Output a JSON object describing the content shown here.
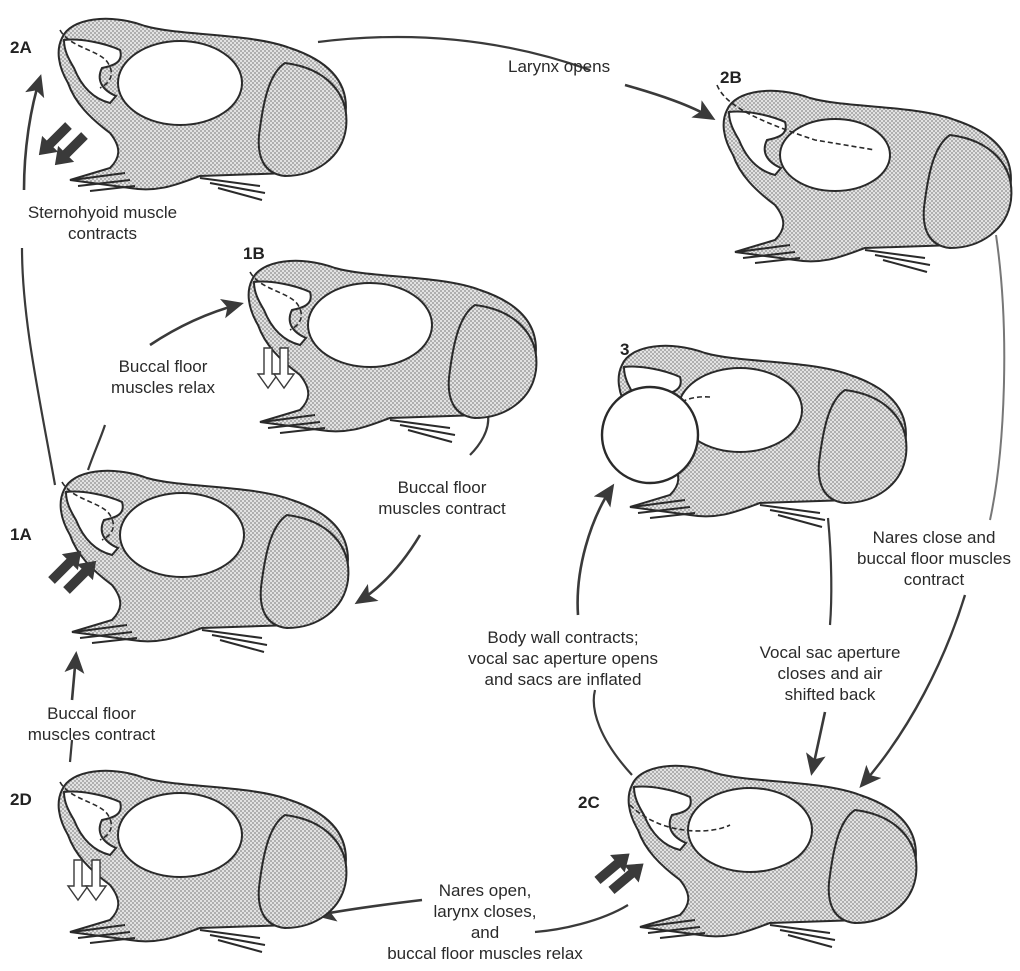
{
  "stages": {
    "s1A": "1A",
    "s1B": "1B",
    "s2A": "2A",
    "s2B": "2B",
    "s2C": "2C",
    "s2D": "2D",
    "s3": "3"
  },
  "labels": {
    "larynx_opens": "Larynx opens",
    "sternohyoid": [
      "Sternohyoid muscle",
      "contracts"
    ],
    "buccal_relax_1B": [
      "Buccal floor",
      "muscles relax"
    ],
    "buccal_contract_1B": [
      "Buccal floor",
      "muscles contract"
    ],
    "buccal_contract_1A": [
      "Buccal floor",
      "muscles contract"
    ],
    "nares_close": [
      "Nares close and",
      "buccal floor muscles",
      "contract"
    ],
    "body_wall": [
      "Body wall contracts;",
      "vocal sac aperture opens",
      "and sacs are inflated"
    ],
    "vocal_sac_closes": [
      "Vocal sac aperture",
      "closes and air",
      "shifted back"
    ],
    "nares_open": [
      "Nares open,",
      "larynx closes,",
      "and",
      "buccal floor muscles relax"
    ]
  },
  "colors": {
    "stipple": "#b8b8b8",
    "outline": "#2a2a2a",
    "arrow": "#3a3a3a"
  }
}
